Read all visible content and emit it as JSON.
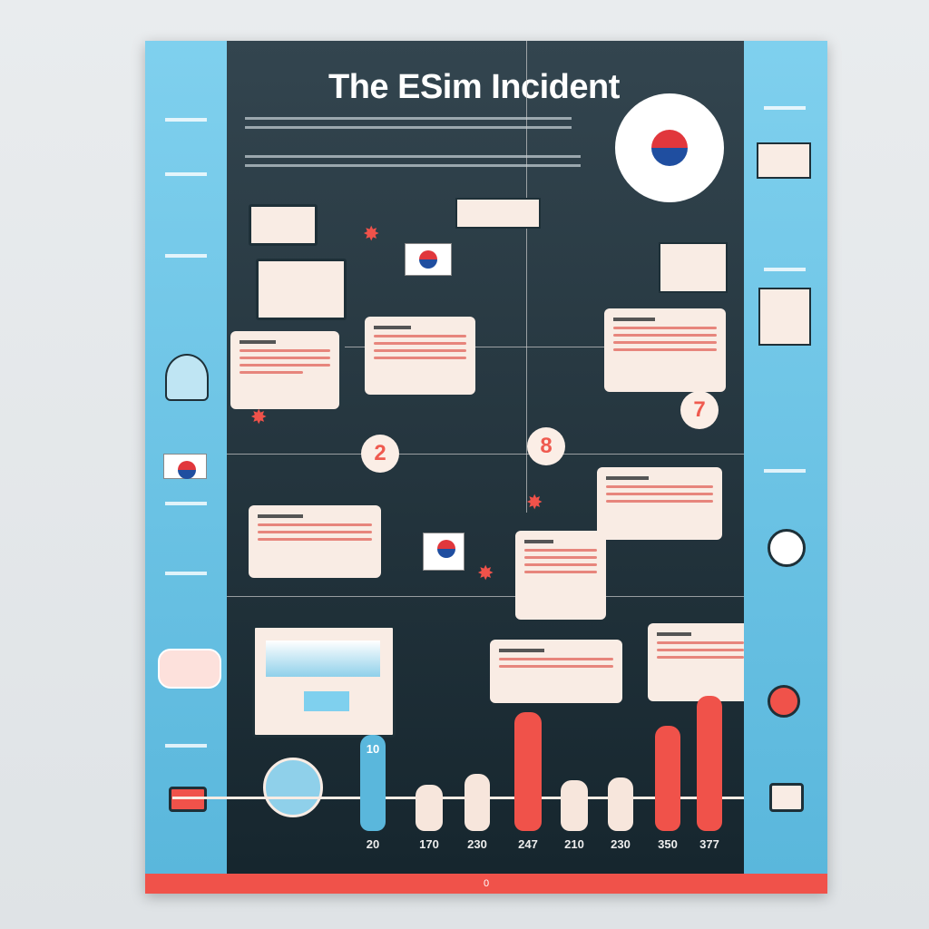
{
  "title": "The ESim Incident",
  "milestones": [
    "2",
    "8",
    "7"
  ],
  "bars": [
    {
      "label": "20",
      "value_text": "10",
      "color": "#5ab7dc"
    },
    {
      "label": "170",
      "color": "#f7e6dc"
    },
    {
      "label": "230",
      "color": "#f7e6dc"
    },
    {
      "label": "247",
      "color": "#f0524a"
    },
    {
      "label": "210",
      "color": "#f7e6dc"
    },
    {
      "label": "230",
      "color": "#f7e6dc"
    },
    {
      "label": "350",
      "color": "#f0524a"
    },
    {
      "label": "377",
      "color": "#f0524a"
    }
  ],
  "footer": "0",
  "colors": {
    "accent": "#f0524a",
    "blue": "#5ab7dc",
    "dark": "#1e3038",
    "cream": "#f9ece4"
  }
}
